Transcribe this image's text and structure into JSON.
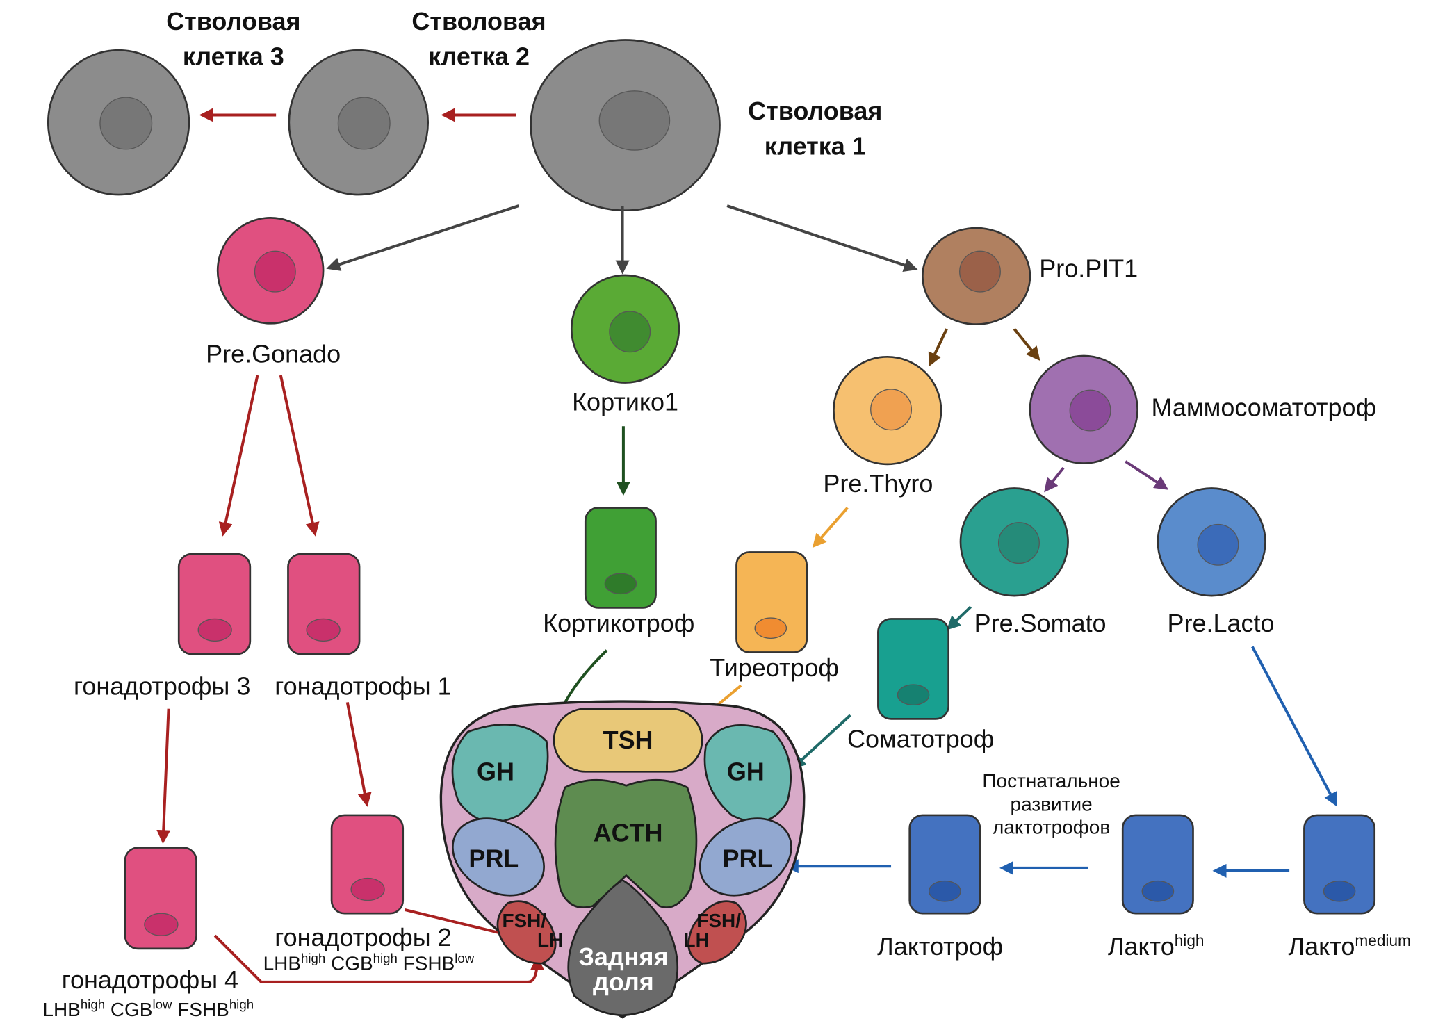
{
  "stem_cells": {
    "stem1": [
      "Стволовая",
      "клетка 1"
    ],
    "stem2": [
      "Стволовая",
      "клетка 2"
    ],
    "stem3": [
      "Стволовая",
      "клетка 3"
    ]
  },
  "progenitors": {
    "pre_gonado": "Pre.Gonado",
    "cortico1": "Кортико1",
    "pro_pit1": "Pro.PIT1",
    "pre_thyro": "Pre.Thyro",
    "mammosomatotroph": "Маммосоматотроф",
    "pre_somato": "Pre.Somato",
    "pre_lacto": "Pre.Lacto"
  },
  "mature": {
    "gonado3": "гонадотрофы 3",
    "gonado1": "гонадотрофы 1",
    "gonado2": "гонадотрофы 2",
    "gonado2_genes": [
      {
        "g": "LHB",
        "lvl": "high"
      },
      {
        "g": "CGB",
        "lvl": "high"
      },
      {
        "g": "FSHB",
        "lvl": "low"
      }
    ],
    "gonado4": "гонадотрофы 4",
    "gonado4_genes": [
      {
        "g": "LHB",
        "lvl": "high"
      },
      {
        "g": "CGB",
        "lvl": "low"
      },
      {
        "g": "FSHB",
        "lvl": "high"
      }
    ],
    "corticotroph": "Кортикотроф",
    "thyrotroph": "Тиреотроф",
    "somatotroph": "Соматотроф",
    "lactotroph": "Лактотроф",
    "lacto_high": {
      "base": "Лакто",
      "sup": "high"
    },
    "lacto_medium": {
      "base": "Лакто",
      "sup": "medium"
    },
    "postnatal_note": [
      "Постнатальное",
      "развитие",
      "лактотрофов"
    ]
  },
  "gland": {
    "tsh": "TSH",
    "gh_left": "GH",
    "gh_right": "GH",
    "acth": "ACTH",
    "prl_left": "PRL",
    "prl_right": "PRL",
    "fsh_lh_left": [
      "FSH/",
      "LH"
    ],
    "fsh_lh_right": [
      "FSH/",
      "LH"
    ],
    "posterior": [
      "Задняя",
      "доля"
    ]
  },
  "colors": {
    "stem": "#8c8c8c",
    "gonado": "#e05080",
    "cortico": "#5aaa35",
    "pit1": "#b08060",
    "thyro": "#f6c070",
    "mammo": "#a070b0",
    "somato": "#2aa090",
    "lacto": "#4a78c4",
    "gland": "#d8aac8"
  }
}
